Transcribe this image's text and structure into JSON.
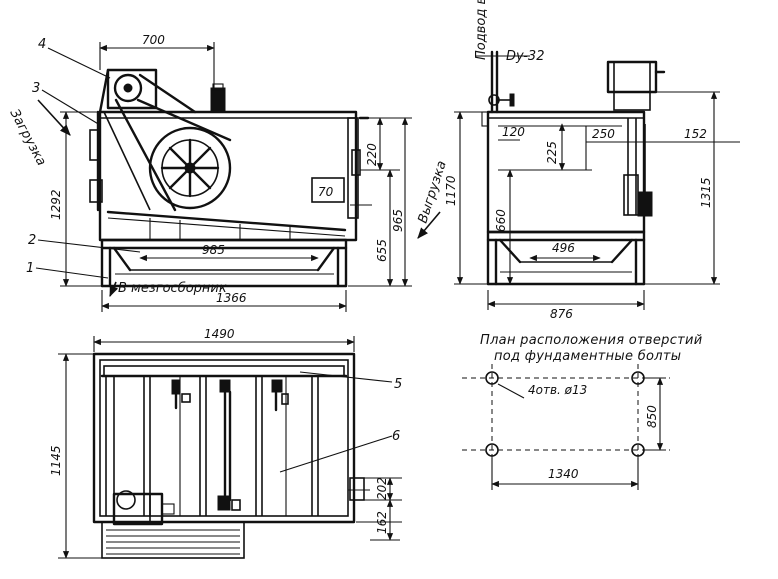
{
  "callouts": {
    "n1": "1",
    "n2": "2",
    "n3": "3",
    "n4": "4",
    "n5": "5",
    "n6": "6"
  },
  "side_view": {
    "dim_top": "700",
    "dim_height": "1292",
    "dim_base_length": "1366",
    "dim_tray": "985",
    "dim_220": "220",
    "dim_70": "70",
    "dim_965": "965",
    "dim_655": "655",
    "load_label": "Загрузка",
    "unload_label": "Выгрузка",
    "sump_label": "В мезгосборник"
  },
  "end_view": {
    "water_label": "Подвод воды",
    "pipe_label": "Dy-32",
    "dim_120": "120",
    "dim_225": "225",
    "dim_250": "250",
    "dim_152": "152",
    "dim_1170": "1170",
    "dim_1315": "1315",
    "dim_660": "660",
    "dim_496": "496",
    "dim_876": "876"
  },
  "plan_view": {
    "dim_1490": "1490",
    "dim_1145": "1145",
    "dim_202": "202",
    "dim_162": "162"
  },
  "bolt_plan": {
    "title_line1": "План расположения отверстий",
    "title_line2": "под фундаментные болты",
    "holes_label": "4отв. ø13",
    "dim_850": "850",
    "dim_1340": "1340"
  }
}
